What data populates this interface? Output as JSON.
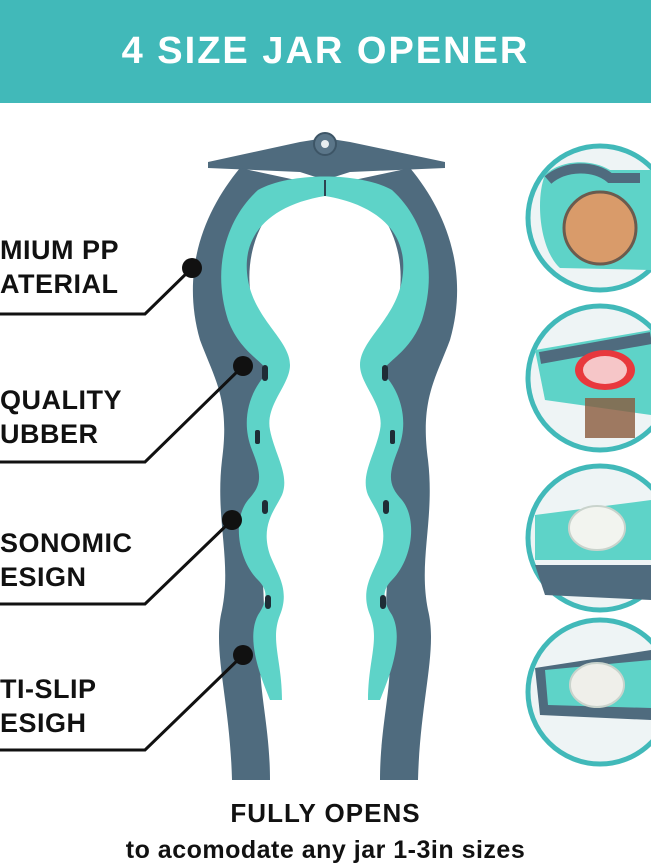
{
  "banner": {
    "title": "4 SIZE JAR OPENER"
  },
  "callouts": [
    {
      "line1": "MIUM PP",
      "line2": "ATERIAL"
    },
    {
      "line1": "QUALITY",
      "line2": "UBBER"
    },
    {
      "line1": "SONOMIC",
      "line2": "ESIGN"
    },
    {
      "line1": "TI-SLIP",
      "line2": "ESIGH"
    }
  ],
  "caption": {
    "main": "FULLY OPENS",
    "sub": "to acomodate any jar 1-3in sizes"
  },
  "colors": {
    "banner": "#41b9b9",
    "handle": "#4f6b7e",
    "grip": "#5ed3c8",
    "text": "#111111"
  },
  "icons": [
    "jar-opener-illustration",
    "usage-circle-icon"
  ]
}
